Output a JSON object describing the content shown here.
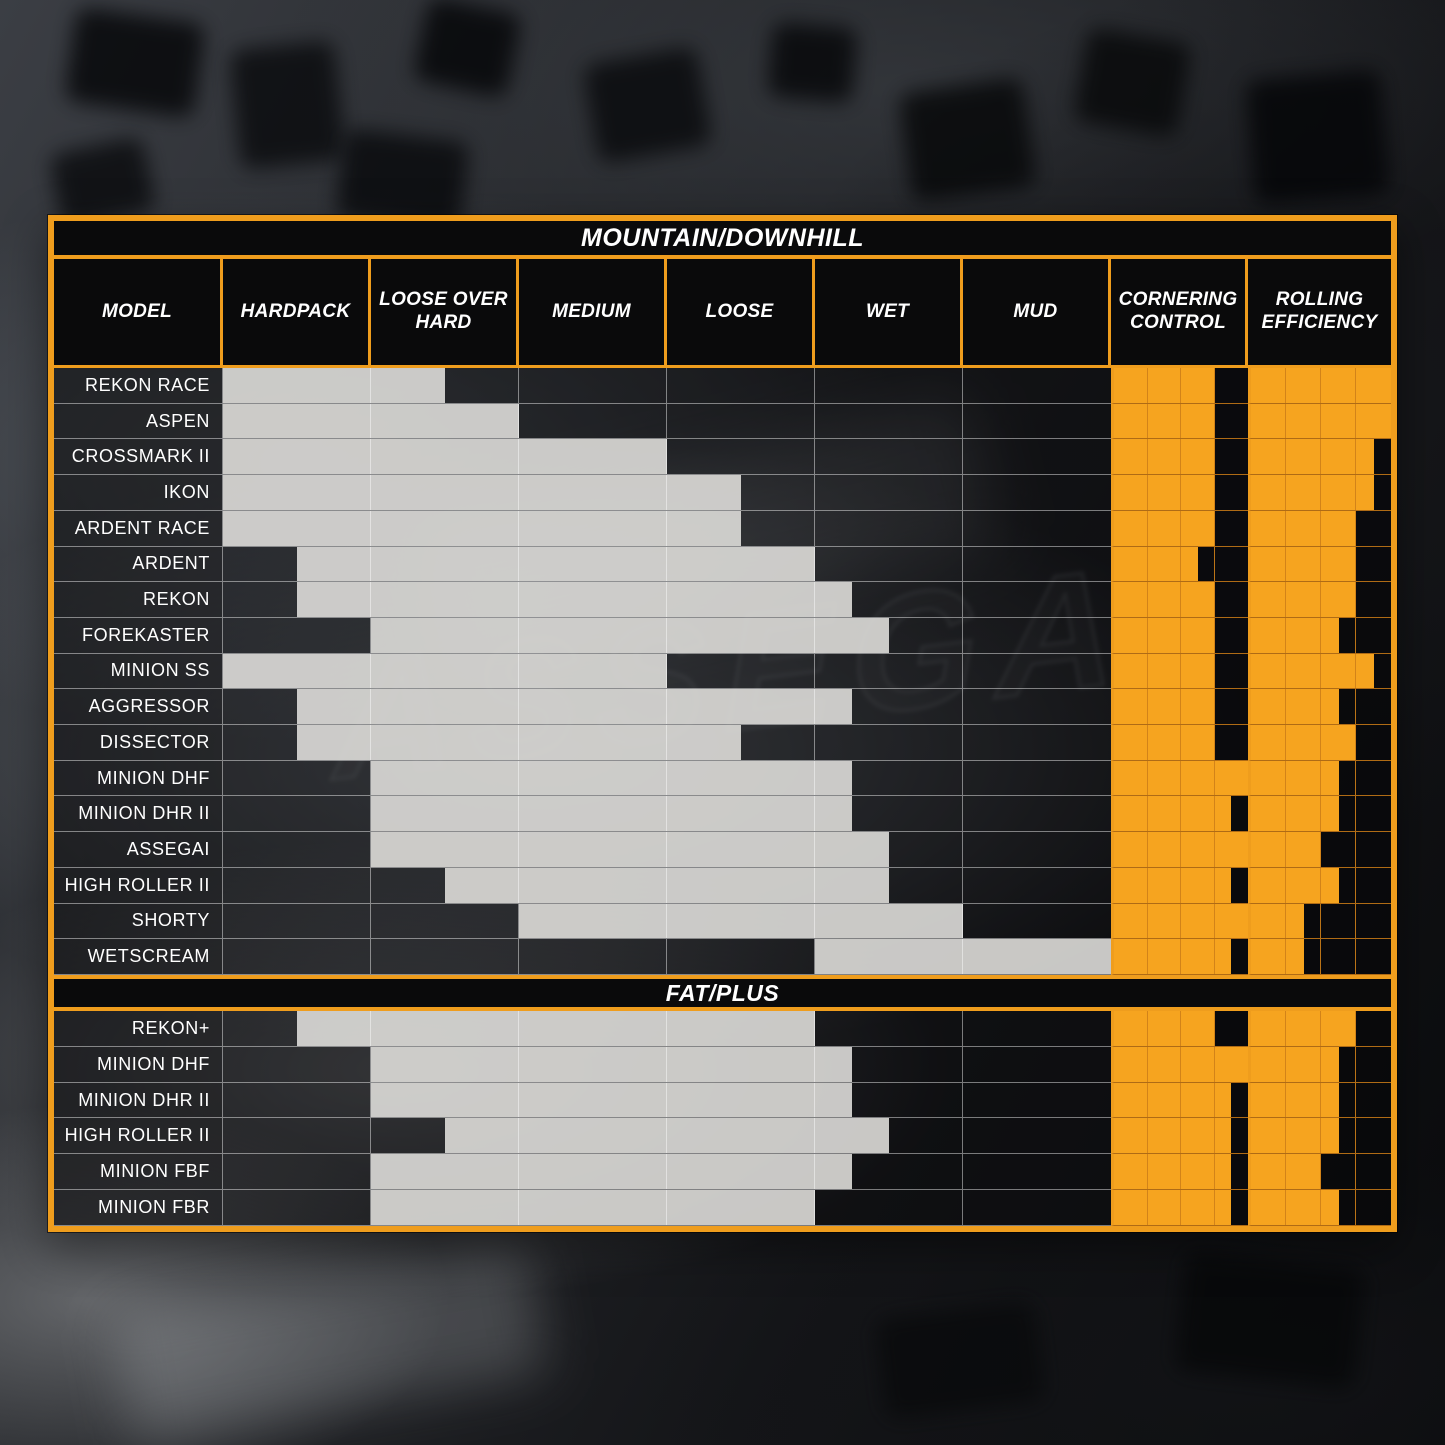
{
  "palette": {
    "frame_orange": "#EF9D1D",
    "rating_fill_orange": "#F6A41F",
    "terrain_bar_gray": "#E2E1DE",
    "header_black": "#0A0A0B",
    "text_white": "#FFFFFF"
  },
  "background": {
    "ghost_lettering": "ASSEGAI"
  },
  "chart_data": {
    "type": "table",
    "title": "MOUNTAIN/DOWNHILL",
    "columns": [
      "MODEL",
      "HARDPACK",
      "LOOSE OVER HARD",
      "MEDIUM",
      "LOOSE",
      "WET",
      "MUD",
      "CORNERING CONTROL",
      "ROLLING EFFICIENCY"
    ],
    "terrain_columns": [
      "HARDPACK",
      "LOOSE OVER HARD",
      "MEDIUM",
      "LOOSE",
      "WET",
      "MUD"
    ],
    "terrain_scale": [
      0,
      6
    ],
    "rating_scale": [
      0,
      4
    ],
    "legend_note": "terrain_range is the span of suitable conditions measured in terrain-column units from the left edge of HARDPACK (0) to the right edge of MUD (6); ratings are orange bar fills out of 4",
    "sections": [
      {
        "title": "MOUNTAIN/DOWNHILL",
        "rows": [
          {
            "model": "REKON RACE",
            "terrain_range": [
              0,
              1.5
            ],
            "cornering_control": 3,
            "rolling_efficiency": 4
          },
          {
            "model": "ASPEN",
            "terrain_range": [
              0,
              2
            ],
            "cornering_control": 3,
            "rolling_efficiency": 4
          },
          {
            "model": "CROSSMARK II",
            "terrain_range": [
              0,
              3
            ],
            "cornering_control": 3,
            "rolling_efficiency": 3.5
          },
          {
            "model": "IKON",
            "terrain_range": [
              0,
              3.5
            ],
            "cornering_control": 3,
            "rolling_efficiency": 3.5
          },
          {
            "model": "ARDENT RACE",
            "terrain_range": [
              0,
              3.5
            ],
            "cornering_control": 3,
            "rolling_efficiency": 3
          },
          {
            "model": "ARDENT",
            "terrain_range": [
              0.5,
              4
            ],
            "cornering_control": 2.5,
            "rolling_efficiency": 3
          },
          {
            "model": "REKON",
            "terrain_range": [
              0.5,
              4.25
            ],
            "cornering_control": 3,
            "rolling_efficiency": 3
          },
          {
            "model": "FOREKASTER",
            "terrain_range": [
              1,
              4.5
            ],
            "cornering_control": 3,
            "rolling_efficiency": 2.5
          },
          {
            "model": "MINION SS",
            "terrain_range": [
              0,
              3
            ],
            "cornering_control": 3,
            "rolling_efficiency": 3.5
          },
          {
            "model": "AGGRESSOR",
            "terrain_range": [
              0.5,
              4.25
            ],
            "cornering_control": 3,
            "rolling_efficiency": 2.5
          },
          {
            "model": "DISSECTOR",
            "terrain_range": [
              0.5,
              3.5
            ],
            "cornering_control": 3,
            "rolling_efficiency": 3
          },
          {
            "model": "MINION DHF",
            "terrain_range": [
              1,
              4.25
            ],
            "cornering_control": 4,
            "rolling_efficiency": 2.5
          },
          {
            "model": "MINION DHR II",
            "terrain_range": [
              1,
              4.25
            ],
            "cornering_control": 3.5,
            "rolling_efficiency": 2.5
          },
          {
            "model": "ASSEGAI",
            "terrain_range": [
              1,
              4.5
            ],
            "cornering_control": 4,
            "rolling_efficiency": 2
          },
          {
            "model": "HIGH ROLLER II",
            "terrain_range": [
              1.5,
              4.5
            ],
            "cornering_control": 3.5,
            "rolling_efficiency": 2.5
          },
          {
            "model": "SHORTY",
            "terrain_range": [
              2,
              5
            ],
            "cornering_control": 4,
            "rolling_efficiency": 1.5
          },
          {
            "model": "WETSCREAM",
            "terrain_range": [
              4,
              6
            ],
            "cornering_control": 3.5,
            "rolling_efficiency": 1.5
          }
        ]
      },
      {
        "title": "FAT/PLUS",
        "rows": [
          {
            "model": "REKON+",
            "terrain_range": [
              0.5,
              4
            ],
            "cornering_control": 3,
            "rolling_efficiency": 3
          },
          {
            "model": "MINION DHF",
            "terrain_range": [
              1,
              4.25
            ],
            "cornering_control": 4,
            "rolling_efficiency": 2.5
          },
          {
            "model": "MINION DHR II",
            "terrain_range": [
              1,
              4.25
            ],
            "cornering_control": 3.5,
            "rolling_efficiency": 2.5
          },
          {
            "model": "HIGH ROLLER II",
            "terrain_range": [
              1.5,
              4.5
            ],
            "cornering_control": 3.5,
            "rolling_efficiency": 2.5
          },
          {
            "model": "MINION FBF",
            "terrain_range": [
              1,
              4.25
            ],
            "cornering_control": 3.5,
            "rolling_efficiency": 2
          },
          {
            "model": "MINION FBR",
            "terrain_range": [
              1,
              4
            ],
            "cornering_control": 3.5,
            "rolling_efficiency": 2.5
          }
        ]
      }
    ]
  }
}
